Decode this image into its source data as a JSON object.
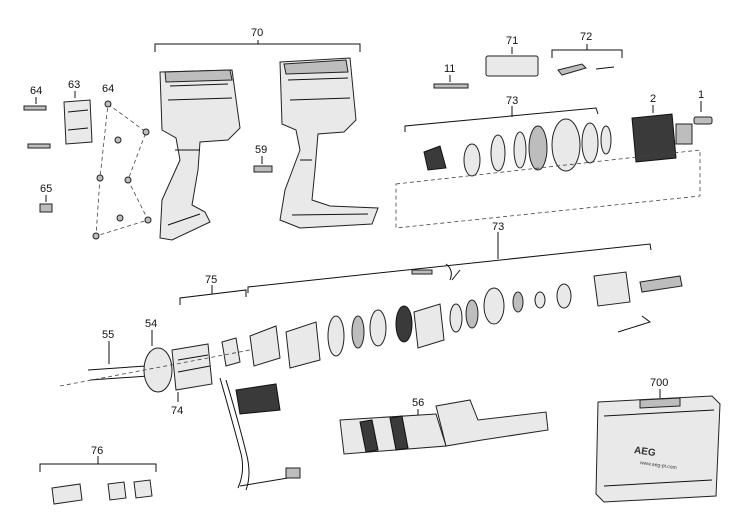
{
  "callouts": {
    "c70": "70",
    "c71": "71",
    "c72": "72",
    "c11": "11",
    "c73a": "73",
    "c2": "2",
    "c1": "1",
    "c64a": "64",
    "c63": "63",
    "c64b": "64",
    "c59": "59",
    "c65": "65",
    "c73b": "73",
    "c75": "75",
    "c55": "55",
    "c54": "54",
    "c74": "74",
    "c56": "56",
    "c700": "700",
    "c76": "76"
  },
  "case_label": {
    "brand": "AEG",
    "url": "www.aeg-pt.com"
  }
}
